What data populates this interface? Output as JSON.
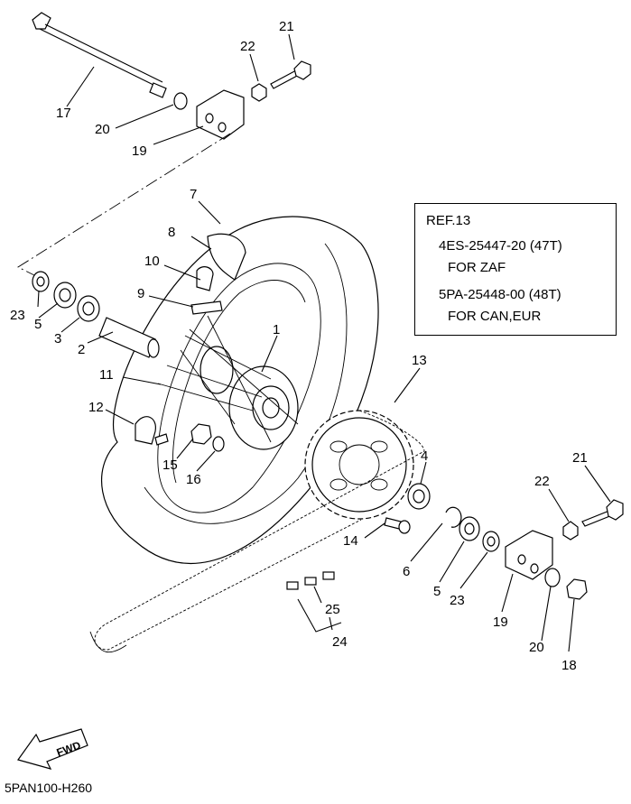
{
  "callouts": {
    "c1": "1",
    "c2": "2",
    "c3": "3",
    "c4": "4",
    "c5a": "5",
    "c5b": "5",
    "c6": "6",
    "c7": "7",
    "c8": "8",
    "c9": "9",
    "c10": "10",
    "c11": "11",
    "c12": "12",
    "c13": "13",
    "c14": "14",
    "c15": "15",
    "c16": "16",
    "c17": "17",
    "c18": "18",
    "c19a": "19",
    "c19b": "19",
    "c20a": "20",
    "c20b": "20",
    "c21a": "21",
    "c21b": "21",
    "c22a": "22",
    "c22b": "22",
    "c23a": "23",
    "c23b": "23",
    "c24": "24",
    "c25": "25"
  },
  "ref_box": {
    "title": "REF.13",
    "line1": "4ES-25447-20 (47T)",
    "line2": "FOR ZAF",
    "line3": "5PA-25448-00 (48T)",
    "line4": "FOR CAN,EUR"
  },
  "fwd_label": "FWD",
  "diagram_code": "5PAN100-H260"
}
